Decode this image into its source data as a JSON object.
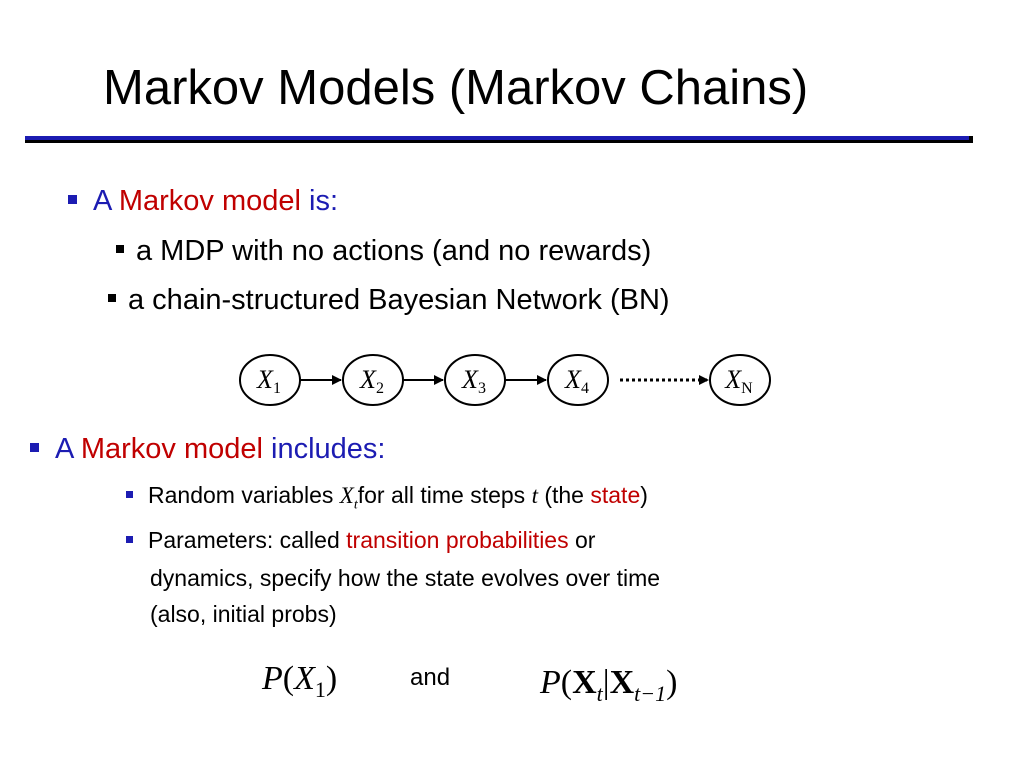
{
  "slide": {
    "title": "Markov Models (Markov Chains)",
    "accent_color": "#1c1cb2",
    "highlight_color": "#c00000"
  },
  "bullets": {
    "b1": {
      "prefix": "A",
      "term": "Markov model",
      "suffix": "is:"
    },
    "b1_sub1": "a MDP with no actions (and no rewards)",
    "b1_sub2": "a chain-structured Bayesian Network (BN)",
    "b2": {
      "prefix": "A",
      "term": "Markov model",
      "suffix": "includes:"
    },
    "b2_sub1": {
      "pre": "Random variables",
      "var": "X",
      "var_sub": "t",
      "mid": "for all time steps",
      "t": "t",
      "post_open": "(the",
      "state": "state",
      "post_close": ")"
    },
    "b2_sub2": {
      "pre": "Parameters: called",
      "term": "transition probabilities",
      "post": "or",
      "cont1": "dynamics, specify how the state evolves over time",
      "cont2": "(also, initial probs)"
    }
  },
  "diagram": {
    "nodes": [
      {
        "var": "X",
        "sub": "1"
      },
      {
        "var": "X",
        "sub": "2"
      },
      {
        "var": "X",
        "sub": "3"
      },
      {
        "var": "X",
        "sub": "4"
      },
      {
        "var": "X",
        "sub": "N"
      }
    ]
  },
  "formulas": {
    "f1": {
      "p": "P",
      "open": "(",
      "x": "X",
      "sub": "1",
      "close": ")"
    },
    "and": "and",
    "f2": {
      "p": "P",
      "open": "(",
      "x1": "X",
      "sub1": "t",
      "bar": "|",
      "x2": "X",
      "sub2": "t−1",
      "close": ")"
    }
  }
}
